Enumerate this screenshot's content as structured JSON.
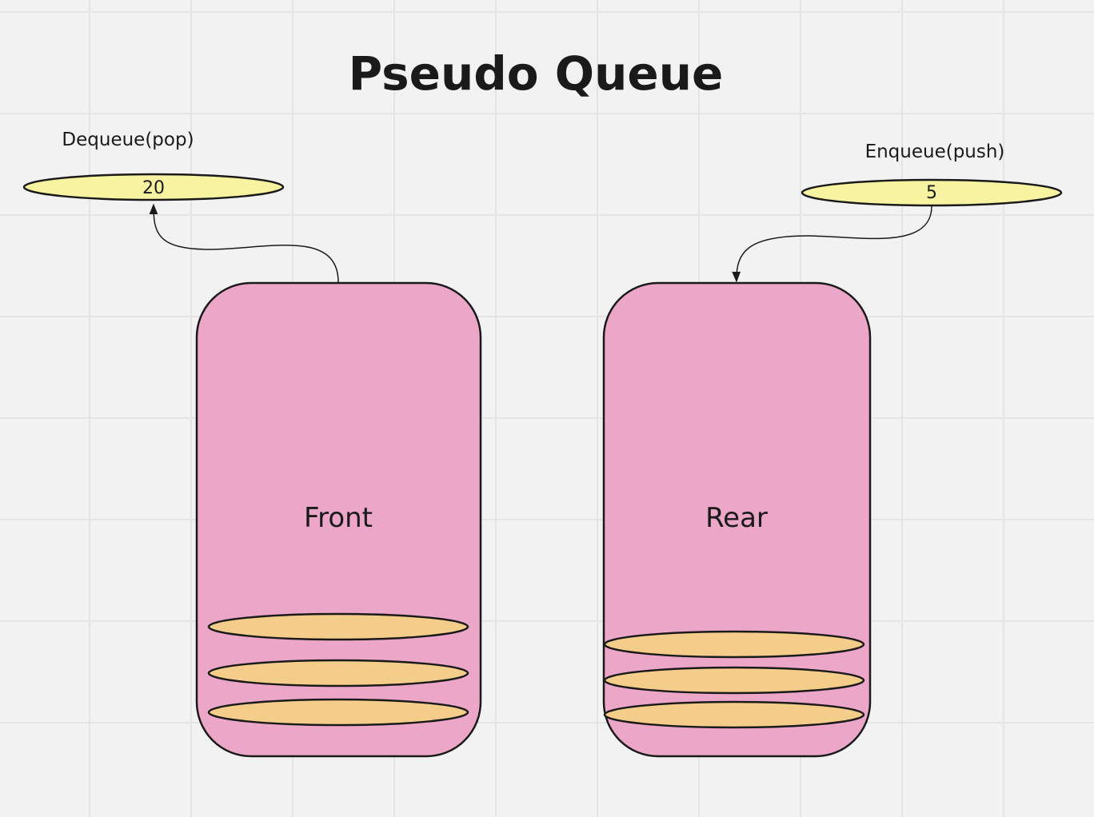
{
  "title": "Pseudo Queue",
  "dequeue": {
    "label": "Dequeue(pop)",
    "value": "20"
  },
  "enqueue": {
    "label": "Enqueue(push)",
    "value": "5"
  },
  "stacks": {
    "front": {
      "label": "Front",
      "discs": 3
    },
    "rear": {
      "label": "Rear",
      "discs": 3
    }
  },
  "colors": {
    "background": "#f2f2f2",
    "grid": "#e4e4e4",
    "stack_fill": "#eca6c8",
    "disc_fill": "#f4cd8a",
    "value_fill": "#f7f3a0",
    "stroke": "#1a1a1a"
  }
}
